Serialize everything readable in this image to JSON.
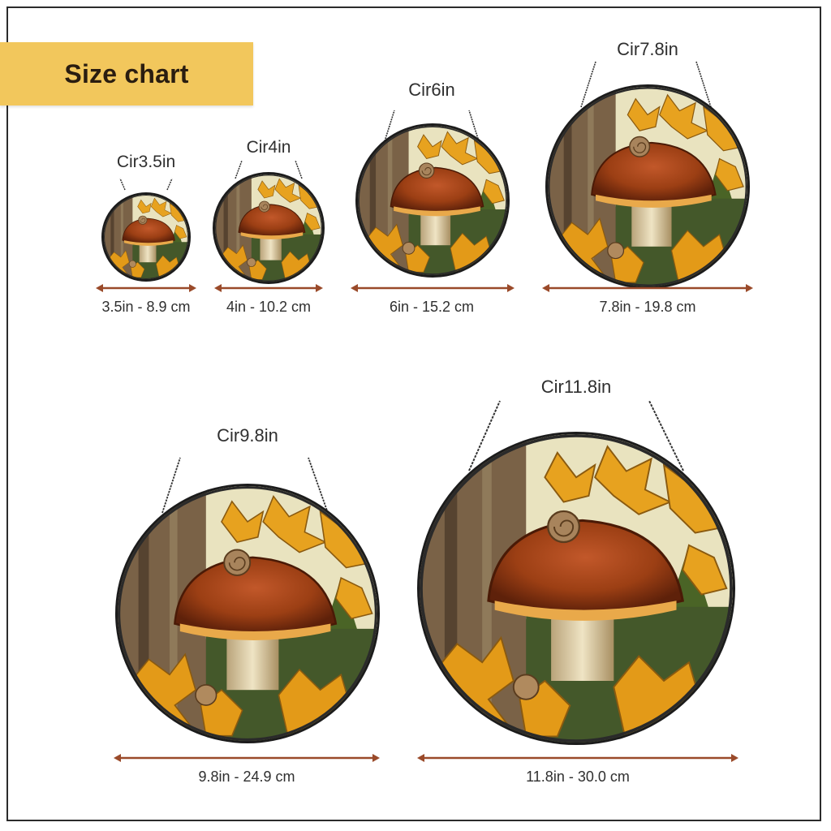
{
  "title": "Size chart",
  "sizes": [
    {
      "name": "Cir3.5in",
      "dimension": "3.5in - 8.9 cm"
    },
    {
      "name": "Cir4in",
      "dimension": "4in - 10.2 cm"
    },
    {
      "name": "Cir6in",
      "dimension": "6in - 15.2 cm"
    },
    {
      "name": "Cir7.8in",
      "dimension": "7.8in - 19.8 cm"
    },
    {
      "name": "Cir9.8in",
      "dimension": "9.8in - 24.9 cm"
    },
    {
      "name": "Cir11.8in",
      "dimension": "11.8in - 30.0 cm"
    }
  ],
  "colors": {
    "banner": "#f2c75c",
    "arrow": "#9a4a2a",
    "mushroom_cap": "#9c3f14",
    "leaves": "#e7a21f"
  },
  "icons": {
    "artwork": "mushroom-suncatcher-icon",
    "chain": "hanging-chain-icon"
  }
}
